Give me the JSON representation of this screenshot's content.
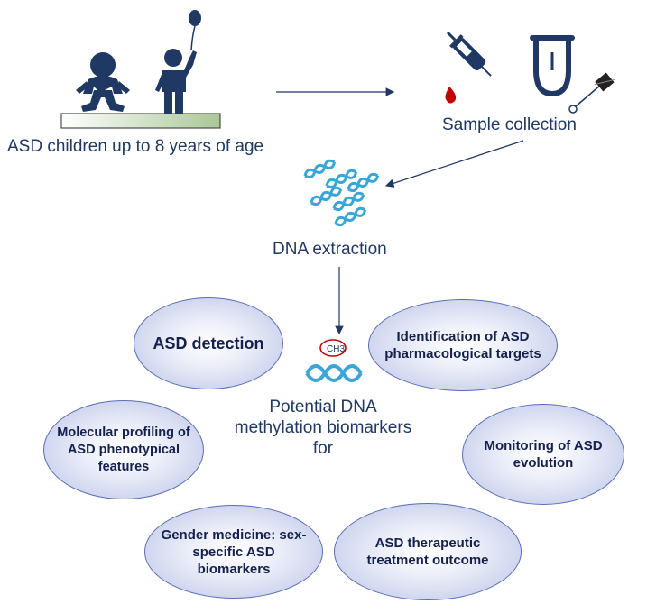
{
  "labels": {
    "children": "ASD children up to 8 years of age",
    "sample_collection": "Sample collection",
    "dna_extraction": "DNA extraction",
    "potential": "Potential DNA methylation biomarkers for",
    "ch3": "CH3"
  },
  "applications": [
    {
      "text": "ASD detection"
    },
    {
      "text": "Identification of ASD pharmacological targets"
    },
    {
      "text": "Molecular profiling of ASD phenotypical features"
    },
    {
      "text": "Monitoring of ASD evolution"
    },
    {
      "text": "Gender medicine: sex-specific ASD biomarkers"
    },
    {
      "text": "ASD therapeutic treatment outcome"
    }
  ],
  "colors": {
    "navy": "#1f3864",
    "dna_blue": "#3aa6d8",
    "blood_red": "#c00000",
    "ground_green": "#a9c896",
    "ellipse_border": "#5b6db5"
  },
  "icons": [
    "baby-icon",
    "child-with-balloon-icon",
    "syringe-icon",
    "tongue-icon",
    "swab-brush-icon",
    "blood-drop-icon",
    "dna-helix-icon",
    "methyl-dna-icon"
  ]
}
